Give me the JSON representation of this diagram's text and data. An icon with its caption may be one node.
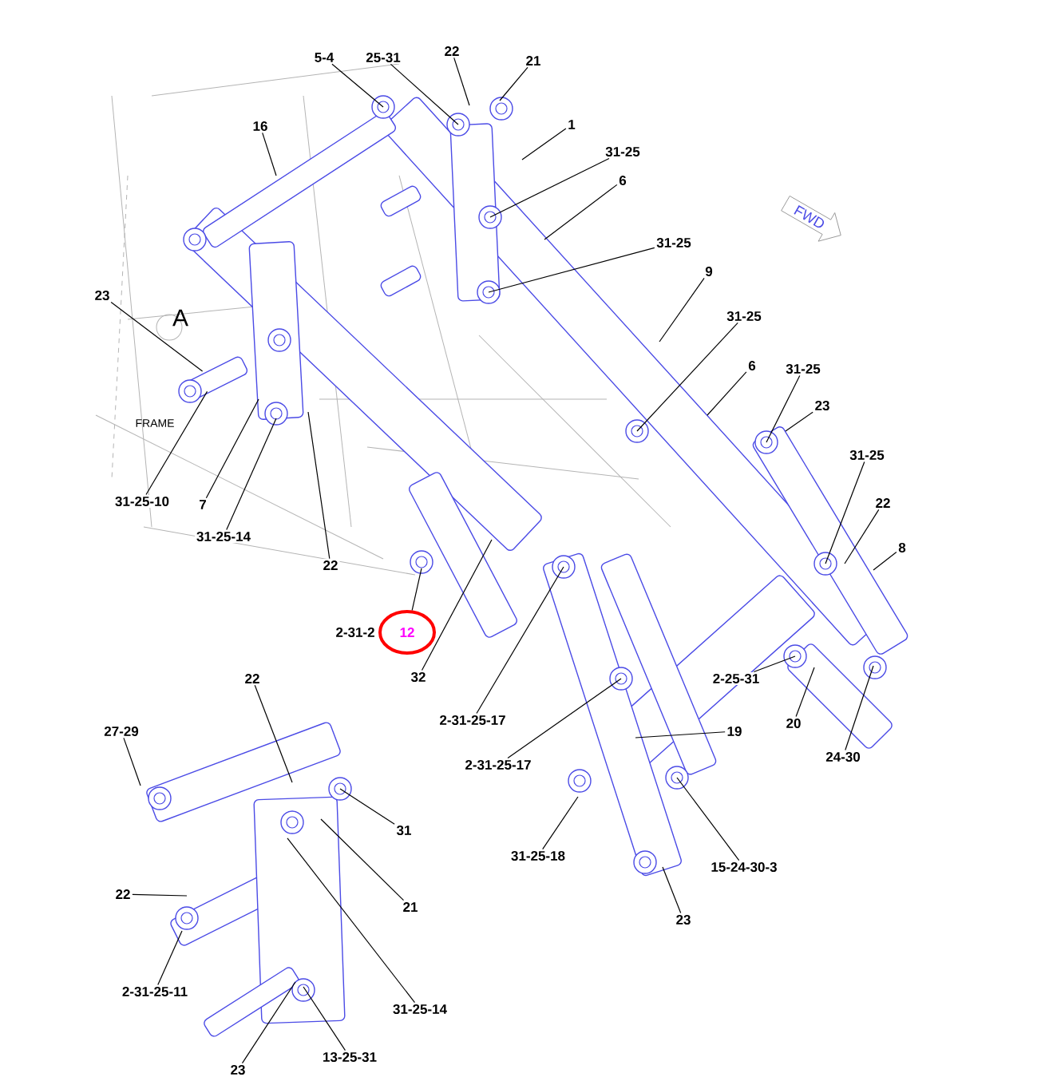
{
  "diagram": {
    "nodes": [
      {
        "text": [
          "5-4"
        ]
      },
      {
        "text": [
          "25-31"
        ]
      },
      {
        "text": [
          "22"
        ]
      },
      {
        "text": [
          "21"
        ]
      },
      {
        "text": [
          "16"
        ]
      },
      {
        "text": [
          "1"
        ]
      },
      {
        "text": [
          "31-25"
        ]
      },
      {
        "text": [
          "6"
        ]
      },
      {
        "text": [
          "31-25"
        ]
      },
      {
        "text": [
          "9"
        ]
      },
      {
        "text": [
          "31-25"
        ]
      },
      {
        "text": [
          "6"
        ]
      },
      {
        "text": [
          "31-25"
        ]
      },
      {
        "text": [
          "23"
        ]
      },
      {
        "text": [
          "31-25"
        ]
      },
      {
        "text": [
          "22"
        ]
      },
      {
        "text": [
          "8"
        ]
      },
      {
        "text": [
          "23"
        ]
      },
      {
        "text": [
          "31-25-10"
        ]
      },
      {
        "text": [
          "7"
        ]
      },
      {
        "text": [
          "31-25-14"
        ]
      },
      {
        "text": [
          "22"
        ]
      },
      {
        "text": [
          "12"
        ],
        "beside": [
          "2-31-2"
        ]
      },
      {
        "text": [
          "32"
        ]
      },
      {
        "text": [
          "2-31-25-17"
        ]
      },
      {
        "text": [
          "19"
        ]
      },
      {
        "text": [
          "2-25-31"
        ]
      },
      {
        "text": [
          "20"
        ]
      },
      {
        "text": [
          "24-30"
        ]
      },
      {
        "text": [
          "2-31-25-17"
        ]
      },
      {
        "text": [
          "31-25-18"
        ]
      },
      {
        "text": [
          "15-24-30-3"
        ]
      },
      {
        "text": [
          "23"
        ]
      },
      {
        "text": [
          "22"
        ]
      },
      {
        "text": [
          "27-29"
        ]
      },
      {
        "text": [
          "31"
        ]
      },
      {
        "text": [
          "21"
        ]
      },
      {
        "text": [
          "22"
        ]
      },
      {
        "text": [
          "2-31-25-11"
        ]
      },
      {
        "text": [
          "31-25-14"
        ]
      },
      {
        "text": [
          "23"
        ]
      },
      {
        "text": [
          "13-25-31"
        ]
      },
      {
        "text": [
          "FWD"
        ]
      },
      {
        "text": [],
        "shape": "cylinder"
      }
    ],
    "edges": [
      {
        "from": 0,
        "to": null,
        "arrow": "none"
      },
      {
        "from": 1,
        "to": null,
        "arrow": "none"
      },
      {
        "from": 2,
        "to": null,
        "arrow": "none"
      },
      {
        "from": 3,
        "to": null,
        "arrow": "none"
      },
      {
        "from": 4,
        "to": null,
        "arrow": "none"
      },
      {
        "from": 5,
        "to": null,
        "arrow": "none"
      },
      {
        "from": 6,
        "to": null,
        "arrow": "none"
      },
      {
        "from": 7,
        "to": null,
        "arrow": "none"
      },
      {
        "from": 8,
        "to": null,
        "arrow": "none"
      },
      {
        "from": 9,
        "to": null,
        "arrow": "none"
      },
      {
        "from": 10,
        "to": null,
        "arrow": "none"
      },
      {
        "from": 11,
        "to": null,
        "arrow": "none"
      },
      {
        "from": 12,
        "to": null,
        "arrow": "none"
      },
      {
        "from": 13,
        "to": null,
        "arrow": "none"
      },
      {
        "from": 14,
        "to": null,
        "arrow": "none"
      },
      {
        "from": 15,
        "to": null,
        "arrow": "none"
      },
      {
        "from": 16,
        "to": null,
        "arrow": "none"
      },
      {
        "from": 17,
        "to": 43,
        "arrow": "none"
      },
      {
        "from": 18,
        "to": 43,
        "arrow": "none"
      },
      {
        "from": 19,
        "to": null,
        "arrow": "none"
      },
      {
        "from": 20,
        "to": null,
        "arrow": "none"
      },
      {
        "from": 21,
        "to": null,
        "arrow": "none"
      },
      {
        "from": 22,
        "to": null,
        "arrow": "none"
      },
      {
        "from": 23,
        "to": null,
        "arrow": "none"
      },
      {
        "from": 24,
        "to": null,
        "arrow": "none"
      },
      {
        "from": 25,
        "to": null,
        "arrow": "none"
      },
      {
        "from": 26,
        "to": null,
        "arrow": "none"
      },
      {
        "from": 27,
        "to": null,
        "arrow": "none"
      },
      {
        "from": 28,
        "to": null,
        "arrow": "none"
      },
      {
        "from": 29,
        "to": null,
        "arrow": "none"
      },
      {
        "from": 30,
        "to": null,
        "arrow": "none"
      },
      {
        "from": 31,
        "to": null,
        "arrow": "none"
      },
      {
        "from": 32,
        "to": null,
        "arrow": "none"
      },
      {
        "from": 33,
        "to": null,
        "arrow": "none"
      },
      {
        "from": 34,
        "to": null,
        "arrow": "none"
      },
      {
        "from": 35,
        "to": null,
        "arrow": "none"
      },
      {
        "from": 36,
        "to": null,
        "arrow": "none"
      },
      {
        "from": 37,
        "to": null,
        "arrow": "none"
      },
      {
        "from": 38,
        "to": null,
        "arrow": "none"
      },
      {
        "from": 39,
        "to": null,
        "arrow": "none"
      },
      {
        "from": 40,
        "to": null,
        "arrow": "none"
      },
      {
        "from": 41,
        "to": null,
        "arrow": "none"
      }
    ],
    "labels": [
      "A",
      "FRAME"
    ]
  }
}
